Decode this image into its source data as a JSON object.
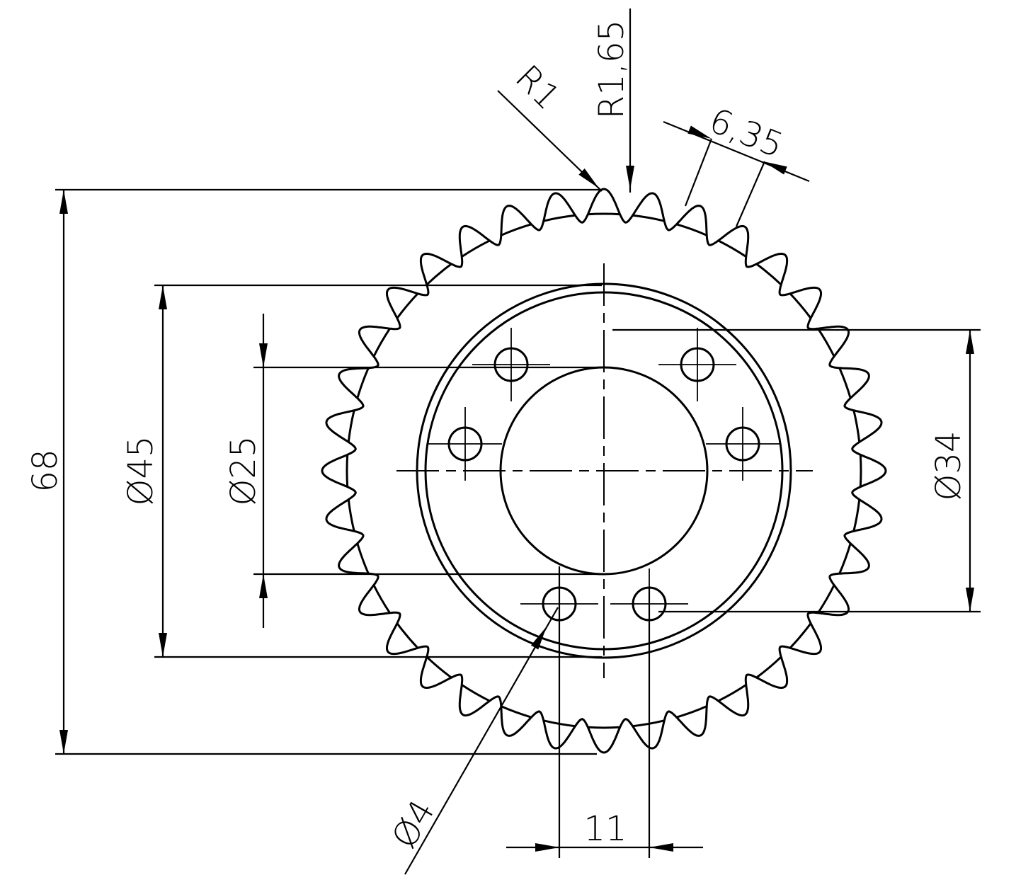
{
  "drawing": {
    "title": "Sprocket drawing",
    "teeth_count": 36,
    "dimensions": {
      "outer_diameter": "68",
      "flange_diameter": "Ø45",
      "bore_diameter": "Ø25",
      "bolt_circle_diameter": "Ø34",
      "hole_diameter": "Ø4",
      "hole_spacing": "11",
      "tip_radius": "R1",
      "root_radius": "R1,65",
      "pitch": "6,35"
    }
  }
}
